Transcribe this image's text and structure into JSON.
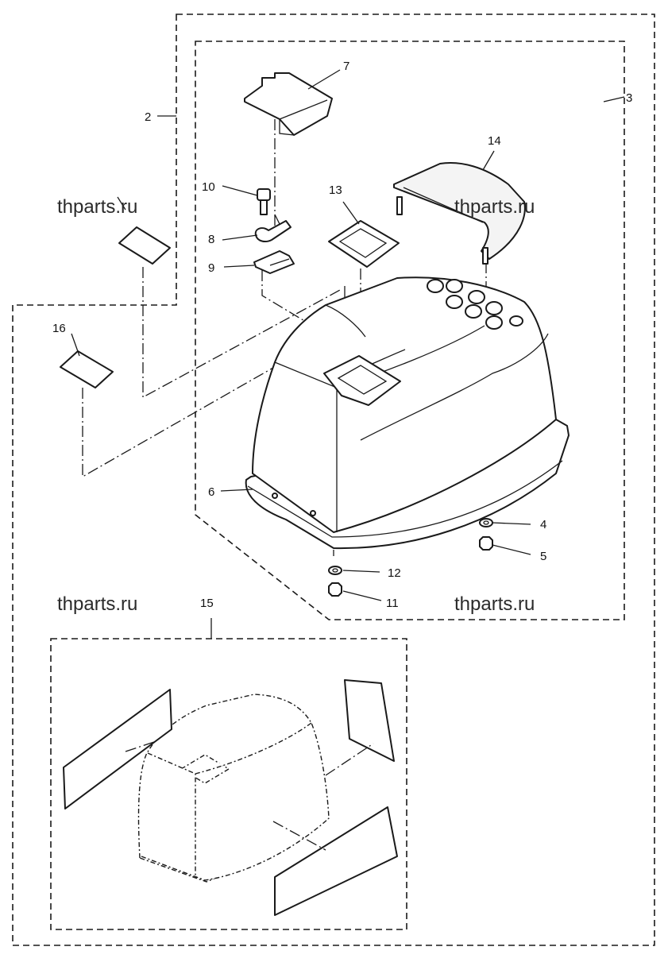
{
  "diagram": {
    "callouts": {
      "c2": "2",
      "c3": "3",
      "c4": "4",
      "c5": "5",
      "c6": "6",
      "c7": "7",
      "c8": "8",
      "c9": "9",
      "c10": "10",
      "c11": "11",
      "c12": "12",
      "c13": "13",
      "c14": "14",
      "c15": "15",
      "c16": "16"
    },
    "watermarks": {
      "w1": "thparts.ru",
      "w2": "thparts.ru",
      "w3": "thparts.ru",
      "w4": "thparts.ru"
    }
  }
}
